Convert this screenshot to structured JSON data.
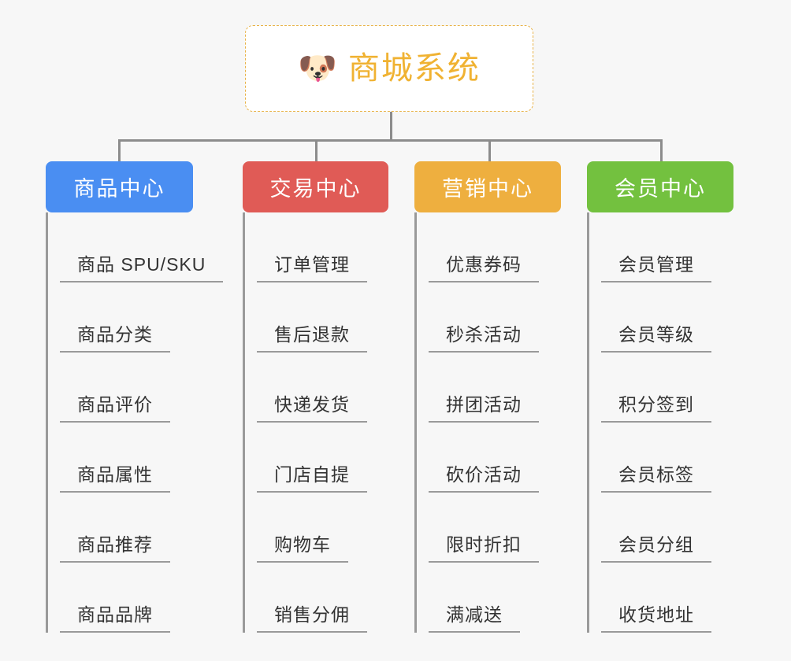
{
  "diagram": {
    "type": "org-chart",
    "background_color": "#f7f7f7",
    "root": {
      "icon": "dog-face-icon",
      "icon_glyph": "🐶",
      "title": "商城系统",
      "title_color": "#f0b232",
      "border_color": "#e8b349"
    },
    "branches": [
      {
        "id": "product-center",
        "label": "商品中心",
        "color": "#4a8ef2",
        "items": [
          "商品 SPU/SKU",
          "商品分类",
          "商品评价",
          "商品属性",
          "商品推荐",
          "商品品牌"
        ]
      },
      {
        "id": "trade-center",
        "label": "交易中心",
        "color": "#e05b56",
        "items": [
          "订单管理",
          "售后退款",
          "快递发货",
          "门店自提",
          "购物车",
          "销售分佣"
        ]
      },
      {
        "id": "marketing-center",
        "label": "营销中心",
        "color": "#eeaf3f",
        "items": [
          "优惠券码",
          "秒杀活动",
          "拼团活动",
          "砍价活动",
          "限时折扣",
          "满减送"
        ]
      },
      {
        "id": "member-center",
        "label": "会员中心",
        "color": "#73c13f",
        "items": [
          "会员管理",
          "会员等级",
          "积分签到",
          "会员标签",
          "会员分组",
          "收货地址"
        ]
      }
    ],
    "connector_color": "#8c8c8c",
    "leaf_line_color": "#9a9a9a"
  }
}
